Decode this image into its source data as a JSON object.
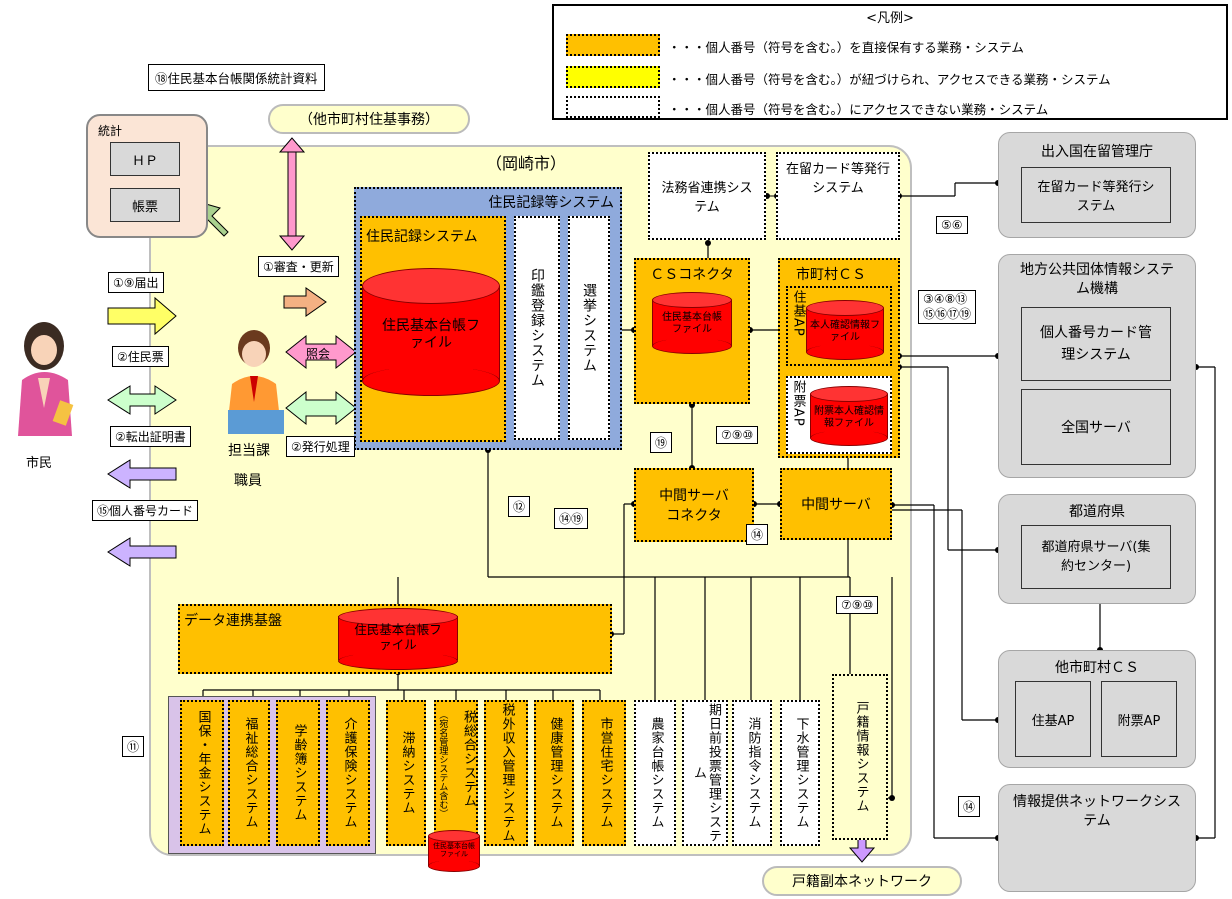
{
  "legend": {
    "title": "<凡例>",
    "items": [
      {
        "text": "・・・個人番号（符号を含む。）を直接保有する業務・システム",
        "color": "#ffc000"
      },
      {
        "text": "・・・個人番号（符号を含む。）が紐づけられ、アクセスできる業務・システム",
        "color": "#ffff00"
      },
      {
        "text": "・・・個人番号（符号を含む。）にアクセスできない業務・システム",
        "color": "#ffffff"
      }
    ]
  },
  "top": {
    "stats_doc": "⑱住民基本台帳関係統計資料",
    "other_city": "（他市町村住基事務）",
    "stats": "統計",
    "hp": "ＨＰ",
    "forms": "帳票"
  },
  "city": {
    "title": "（岡崎市）"
  },
  "residents_sys": {
    "title": "住民記録等システム",
    "inner": "住民記録システム",
    "db": "住民基本台帳ファイル",
    "seal": "印鑑登録システム",
    "election": "選挙システム"
  },
  "justice": "法務省連携システム",
  "zairyu": "在留カード等発行システム",
  "cs_connector": {
    "title": "ＣＳコネクタ",
    "db": "住民基本台帳ファイル"
  },
  "city_cs": {
    "title": "市町村ＣＳ",
    "juki_ap": "住基AP",
    "db1": "本人確認情報ファイル",
    "fuhyo_ap": "附票AP",
    "db2": "附票本人確認情報ファイル"
  },
  "middle": {
    "connector": "中間サーバコネクタ",
    "server": "中間サーバ"
  },
  "data_link": {
    "title": "データ連携基盤",
    "db": "住民基本台帳ファイル"
  },
  "systems": [
    "国保・年金システム",
    "福祉総合システム",
    "学齢簿システム",
    "介護保険システム",
    "滞納システム",
    "税総合システム",
    "税外収入管理システム",
    "健康管理システム",
    "市営住宅システム",
    "農家台帳システム",
    "期日前投票管理システム",
    "消防指令システム",
    "下水管理システム",
    "戸籍情報システム"
  ],
  "tax_sub": "（宛名管理システム含む）",
  "tax_db": "住民基本台帳ファイル",
  "people": {
    "citizen": "市民",
    "staff1": "担当課",
    "staff2": "職員"
  },
  "callouts": {
    "c1": "①審査・更新",
    "c2": "①⑨届出",
    "c3": "②住民票",
    "c4": "②転出証明書",
    "c5": "⑮個人番号カード",
    "c6": "②発行処理",
    "c7": "照会",
    "c8": "⑤⑥",
    "c9": "③④⑧⑬",
    "c9b": "⑮⑯⑰⑲",
    "c10": "⑦⑨⑩",
    "c11": "⑲",
    "c12": "⑫",
    "c13": "⑭⑲",
    "c14": "⑭",
    "c15": "⑦⑨⑩",
    "c16": "⑪",
    "c17": "⑭"
  },
  "right": {
    "immig": {
      "title": "出入国在留管理庁",
      "inner": "在留カード等発行システム"
    },
    "jlis": {
      "title": "地方公共団体情報システム機構",
      "card": "個人番号カード管理システム",
      "national": "全国サーバ"
    },
    "pref": {
      "title": "都道府県",
      "server": "都道府県サーバ(集約センター)"
    },
    "other_cs": {
      "title": "他市町村ＣＳ",
      "juki": "住基AP",
      "fuhyo": "附票AP"
    },
    "info": {
      "title": "情報提供ネットワークシステム"
    }
  },
  "koseki_net": "戸籍副本ネットワーク"
}
